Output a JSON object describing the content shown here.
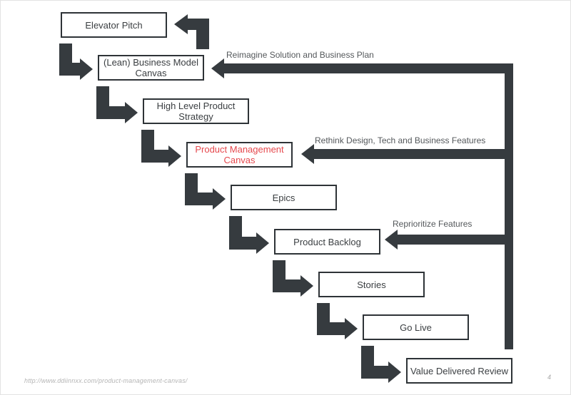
{
  "slide": {
    "source_url": "http://www.ddiinnxx.com/product-management-canvas/",
    "page_number": "4"
  },
  "colors": {
    "arrow": "#363b3f",
    "box_border": "#2e3337",
    "box_text": "#3a3e41",
    "highlight_text": "#e5484d",
    "loop_label_text": "#54585b",
    "background": "#ffffff"
  },
  "diagram": {
    "steps": [
      {
        "id": "elevator-pitch",
        "label": "Elevator Pitch",
        "highlight": false
      },
      {
        "id": "lean-business-model-canvas",
        "label": "(Lean) Business Model Canvas",
        "highlight": false
      },
      {
        "id": "high-level-product-strategy",
        "label": "High Level Product Strategy",
        "highlight": false
      },
      {
        "id": "product-management-canvas",
        "label": "Product Management Canvas",
        "highlight": true
      },
      {
        "id": "epics",
        "label": "Epics",
        "highlight": false
      },
      {
        "id": "product-backlog",
        "label": "Product Backlog",
        "highlight": false
      },
      {
        "id": "stories",
        "label": "Stories",
        "highlight": false
      },
      {
        "id": "go-live",
        "label": "Go Live",
        "highlight": false
      },
      {
        "id": "value-delivered-review",
        "label": "Value Delivered Review",
        "highlight": false
      }
    ],
    "feedback_loops": [
      {
        "label": "Reimagine Solution and Business Plan",
        "target": "lean-business-model-canvas"
      },
      {
        "label": "Rethink Design, Tech and Business Features",
        "target": "product-management-canvas"
      },
      {
        "label": "Reprioritize Features",
        "target": "product-backlog"
      }
    ]
  }
}
